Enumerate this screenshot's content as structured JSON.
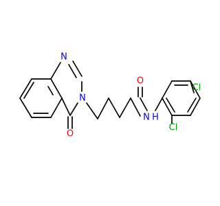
{
  "atoms": [
    {
      "id": "N1",
      "symbol": "N",
      "color": "#0000ff"
    },
    {
      "id": "N3",
      "symbol": "N",
      "color": "#0000ff"
    },
    {
      "id": "O4",
      "symbol": "O",
      "color": "#ff0000"
    },
    {
      "id": "O_amide",
      "symbol": "O",
      "color": "#ff0000"
    },
    {
      "id": "NH_amide",
      "symbol": "N",
      "color": "#0000ff"
    },
    {
      "id": "H_amide",
      "symbol": "H",
      "color": "#0000ff"
    },
    {
      "id": "Cl4",
      "symbol": "Cl",
      "color": "#00a000"
    },
    {
      "id": "Cl2",
      "symbol": "Cl",
      "color": "#00a000"
    }
  ],
  "colors": {
    "bond": "#000000",
    "nitrogen": "#0000ff",
    "oxygen": "#ff0000",
    "chlorine": "#00a000"
  }
}
